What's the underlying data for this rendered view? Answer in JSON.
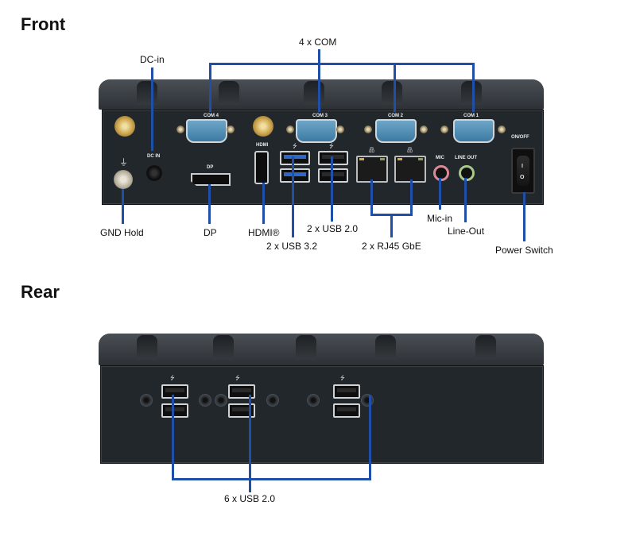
{
  "sections": {
    "front": {
      "title": "Front"
    },
    "rear": {
      "title": "Rear"
    }
  },
  "front_callouts": {
    "com": "4 x COM",
    "dc_in": "DC-in",
    "gnd_hold": "GND Hold",
    "dp": "DP",
    "hdmi": "HDMI®",
    "usb32": "2 x USB 3.2",
    "usb20": "2 x USB 2.0",
    "rj45": "2 x RJ45 GbE",
    "mic_in": "Mic-in",
    "line_out": "Line-Out",
    "power_switch": "Power Switch"
  },
  "front_panel_markings": {
    "com4": "COM 4",
    "com3": "COM 3",
    "com2": "COM 2",
    "com1": "COM 1",
    "dc_in": "DC IN",
    "dp": "DP",
    "hdmi": "HDMI",
    "mic": "MIC",
    "line_out": "LINE OUT",
    "on_off": "ON/OFF",
    "ground_icon": "⏚",
    "usb_icon": "⭍",
    "lan_icon": "品",
    "switch_on": "I",
    "switch_off": "O"
  },
  "rear_callouts": {
    "usb20": "6 x USB 2.0"
  },
  "colors": {
    "callout_line": "#1f4fa8",
    "chassis": "#22272c",
    "usb3_blue": "#2c68c8"
  }
}
